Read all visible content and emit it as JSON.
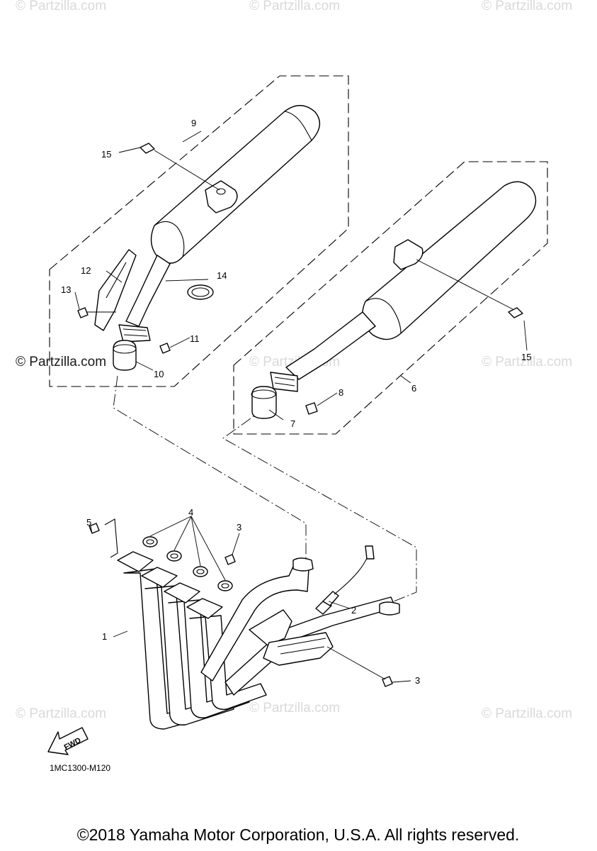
{
  "watermark": {
    "text": "© Partzilla.com",
    "main": "© Partzilla.com"
  },
  "labels": {
    "p1": "1",
    "p2": "2",
    "p3a": "3",
    "p3b": "3",
    "p4": "4",
    "p5": "5",
    "p6": "6",
    "p7": "7",
    "p8": "8",
    "p9": "9",
    "p10": "10",
    "p11": "11",
    "p12": "12",
    "p13": "13",
    "p14": "14",
    "p15a": "15",
    "p15b": "15"
  },
  "fwd_label": "FWD",
  "diagram_code": "1MC1300-M120",
  "copyright": "©2018 Yamaha Motor Corporation, U.S.A. All rights reserved."
}
